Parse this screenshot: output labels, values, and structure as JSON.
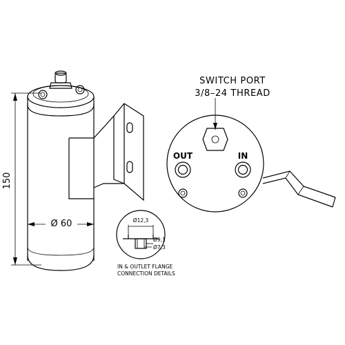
{
  "dimensions": {
    "height": "150",
    "diameter": "Ø 60"
  },
  "switch_port": {
    "line1": "SWITCH PORT",
    "line2": "3/8–24 THREAD"
  },
  "ports": {
    "out": "OUT",
    "in": "IN"
  },
  "flange_detail": {
    "d_outer": "Ø12,3",
    "d_mid": "Ø9,1",
    "d_inner": "Ø7,3",
    "caption_line1": "IN & OUTLET FLANGE",
    "caption_line2": "CONNECTION DETAILS"
  },
  "colors": {
    "line": "#000000",
    "background": "#ffffff"
  }
}
